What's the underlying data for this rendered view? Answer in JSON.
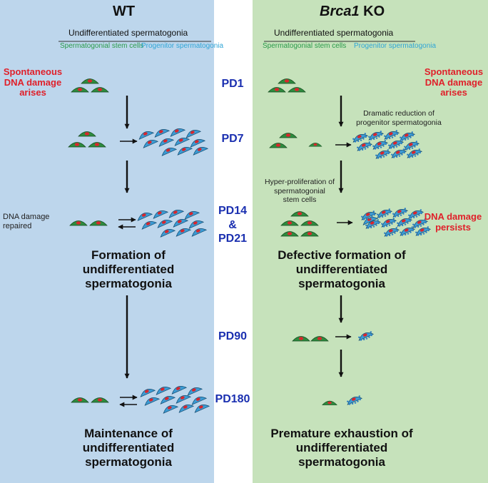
{
  "wt": {
    "title": "WT",
    "header": "Undifferentiated spermatogonia",
    "stem_label": "Spermatogonial\nstem cells",
    "progenitor_label": "Progenitor\nspermatogonia",
    "spontaneous": "Spontaneous\nDNA damage\narises",
    "repaired": "DNA damage\nrepaired",
    "formation": "Formation of\nundifferentiated\nspermatogonia",
    "maintenance": "Maintenance of\nundifferentiated\nspermatogonia"
  },
  "ko": {
    "title_gene": "Brca1",
    "title_rest": " KO",
    "header": "Undifferentiated spermatogonia",
    "stem_label": "Spermatogonial\nstem cells",
    "progenitor_label": "Progenitor\nspermatogonia",
    "spontaneous": "Spontaneous\nDNA damage\narises",
    "reduction": "Dramatic reduction of\nprogenitor spermatogonia",
    "hyper": "Hyper-proliferation of\nspermatogonial\nstem cells",
    "persists": "DNA damage\npersists",
    "defective": "Defective formation of\nundifferentiated\nspermatogonia",
    "premature": "Premature exhaustion of\nundifferentiated\nspermatogonia"
  },
  "timepoints": {
    "pd1": "PD1",
    "pd7": "PD7",
    "pd14_21": "PD14\n&\nPD21",
    "pd90": "PD90",
    "pd180": "PD180"
  },
  "colors": {
    "wt_background": "#bdd6ec",
    "ko_background": "#c6e2bb",
    "stem_cell": "#2e8b3e",
    "progenitor_cell": "#3b9bd4",
    "damage_nucleus": "#d8262c",
    "timepoint_text": "#1a2fb0",
    "alert_text": "#e0202a"
  }
}
